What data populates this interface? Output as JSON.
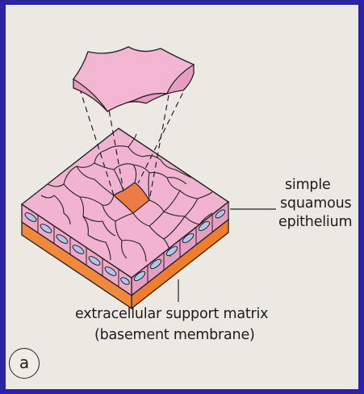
{
  "labels": {
    "epithelium": [
      "simple",
      "squamous",
      "epithelium"
    ],
    "matrix": [
      "extracellular support matrix",
      "(basement membrane)"
    ],
    "panel": "a"
  },
  "colors": {
    "border": "#2b22a6",
    "background": "#ece9e3",
    "cell_pink": "#f1b3cf",
    "cell_side": "#e79dc0",
    "membrane_orange": "#ef7d2a",
    "exposed_matrix": "#ee7b45",
    "nuclei": "#a9c8ee",
    "outline": "#222222"
  }
}
